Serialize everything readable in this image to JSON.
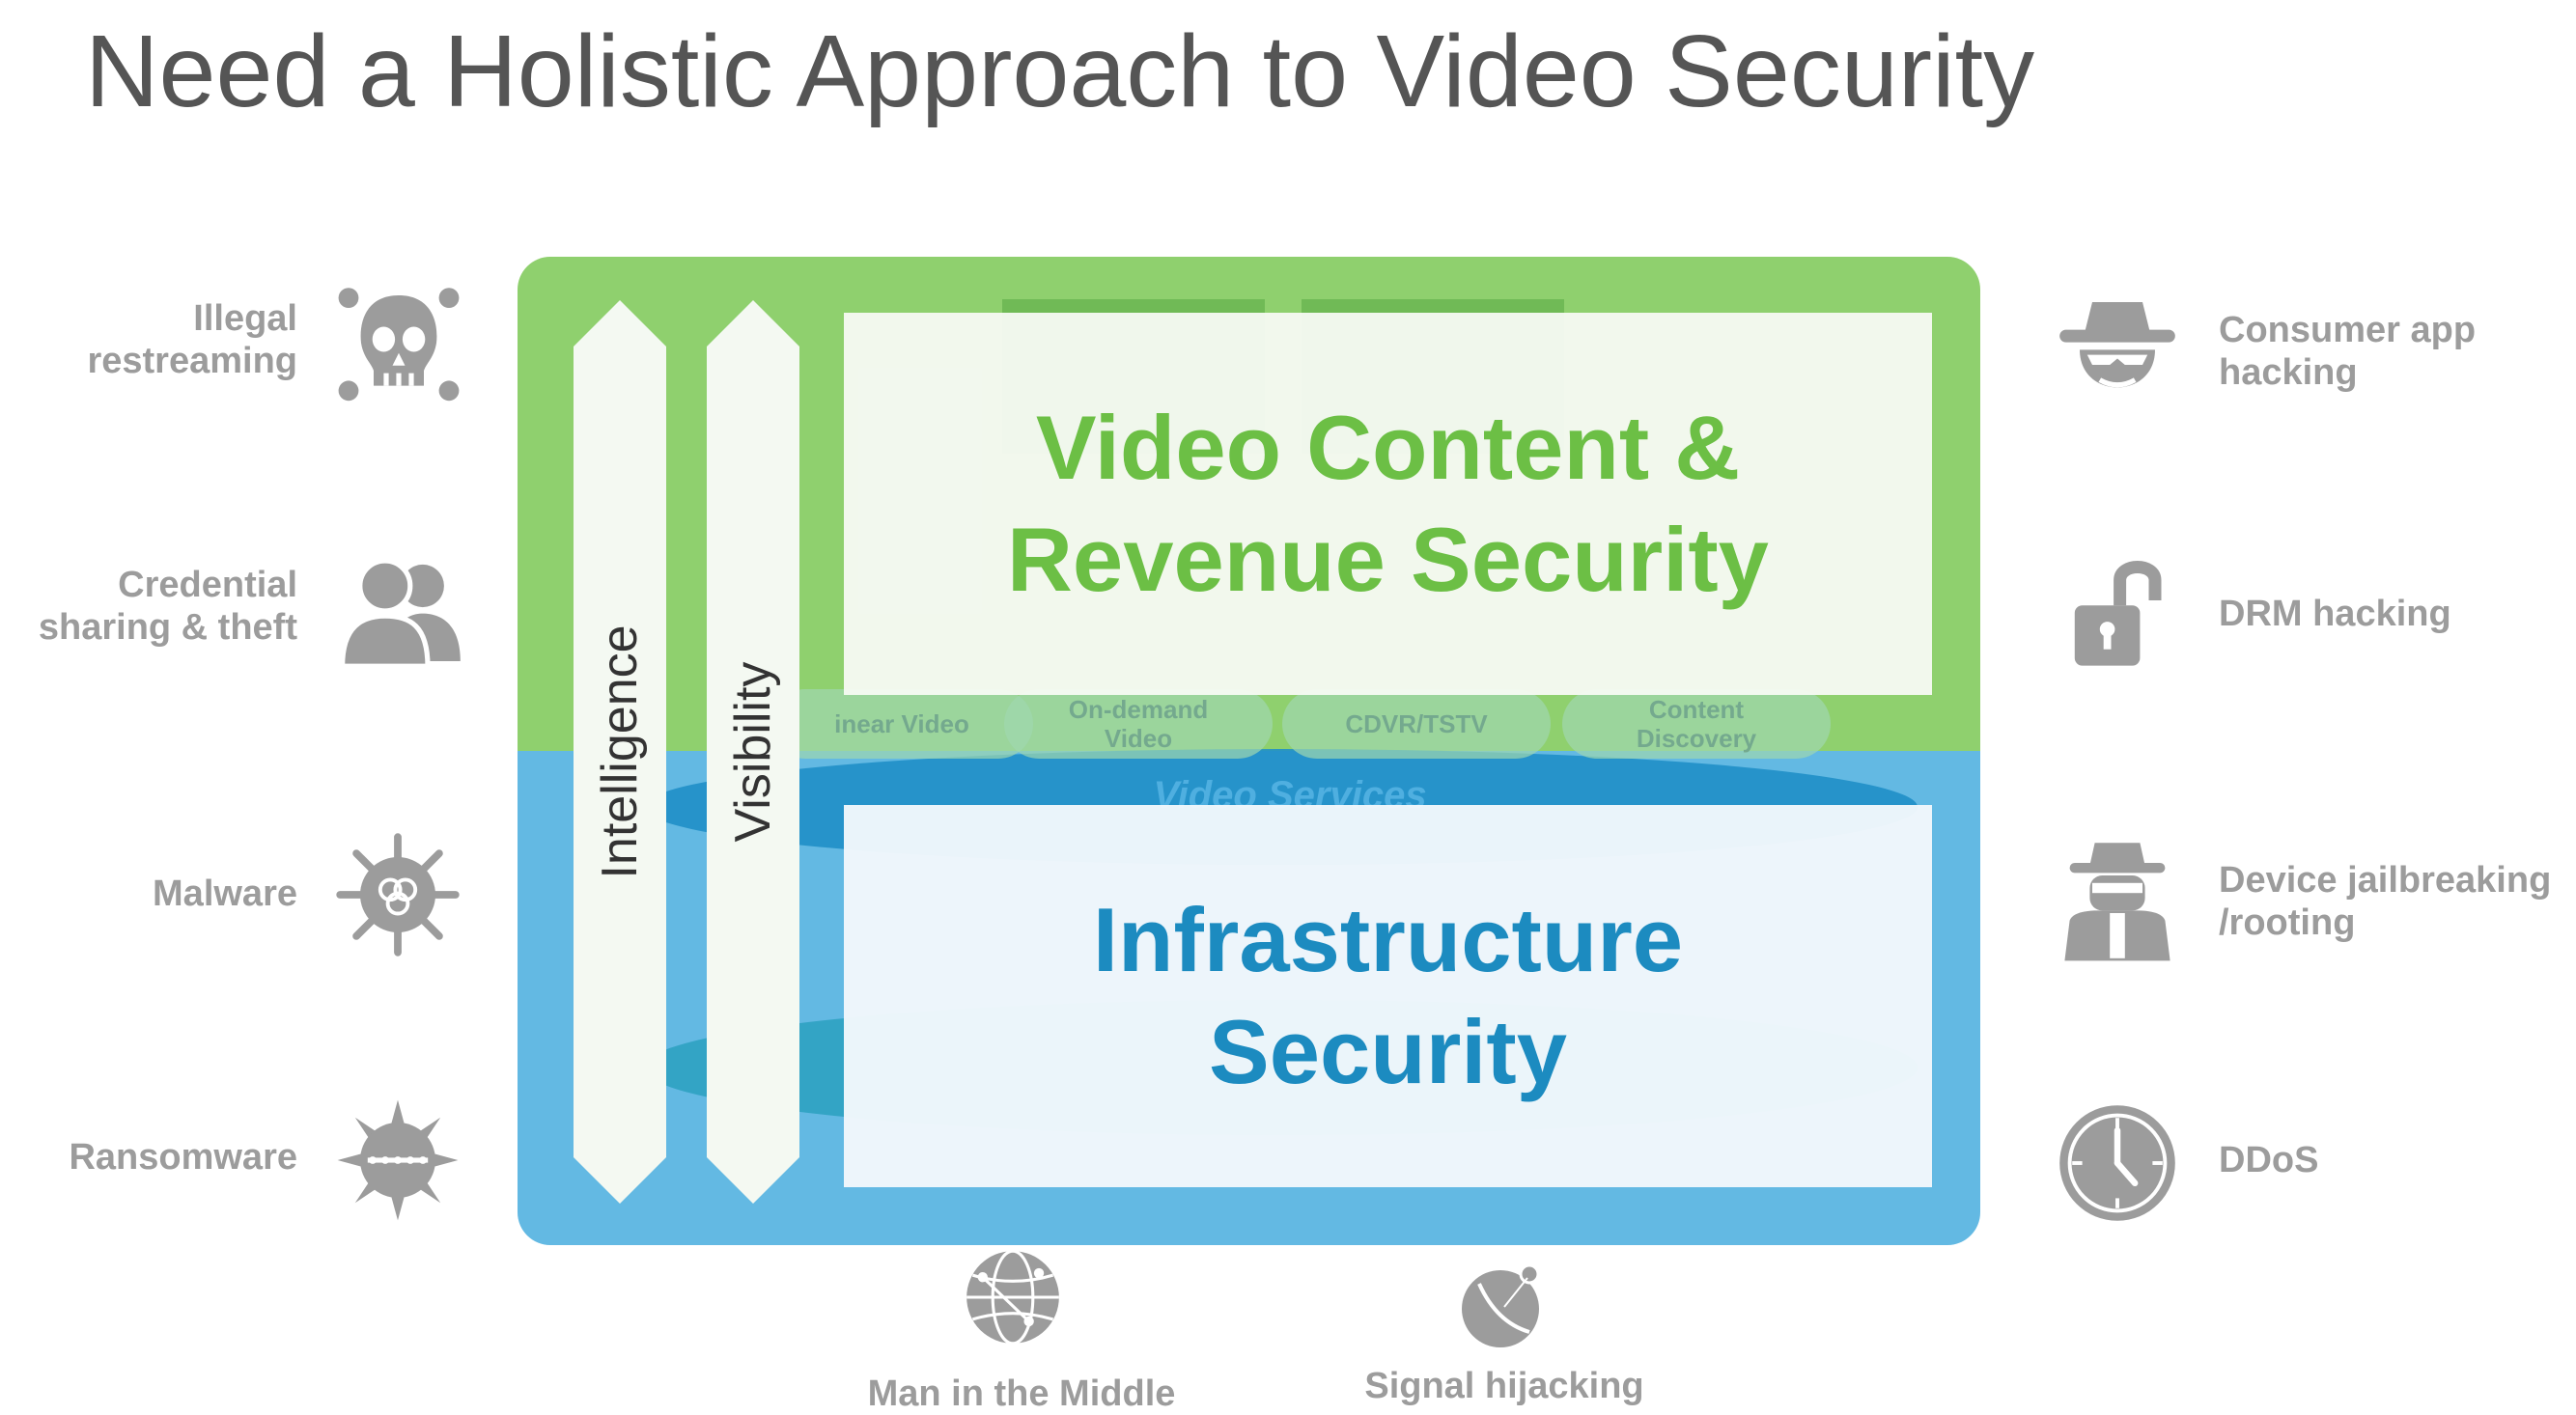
{
  "slide": {
    "title": "Need a Holistic Approach to Video Security"
  },
  "colors": {
    "green": "#8fd06e",
    "blue": "#63b9e3",
    "green_text": "#6cbf45",
    "blue_text": "#1c8bc0",
    "threat_gray": "#9c9c9c"
  },
  "threats_left": [
    {
      "label": "Illegal\nrestreaming",
      "icon": "skull-crossbones-icon"
    },
    {
      "label": "Credential\nsharing & theft",
      "icon": "users-icon"
    },
    {
      "label": "Malware",
      "icon": "virus-icon"
    },
    {
      "label": "Ransomware",
      "icon": "spiked-ball-icon"
    }
  ],
  "threats_right": [
    {
      "label": "Consumer app\nhacking",
      "icon": "spy-hat-icon"
    },
    {
      "label": "DRM hacking",
      "icon": "unlocked-padlock-icon"
    },
    {
      "label": "Device jailbreaking\n/rooting",
      "icon": "hacker-icon"
    },
    {
      "label": "DDoS",
      "icon": "clock-icon"
    }
  ],
  "threats_bottom": [
    {
      "label": "Man in the Middle",
      "icon": "globe-icon"
    },
    {
      "label": "Signal hijacking",
      "icon": "satellite-dish-icon"
    }
  ],
  "panel": {
    "arrows": [
      "Intelligence",
      "Visibility"
    ],
    "top_box": "Video Content &\nRevenue Security",
    "bottom_box": "Infrastructure\nSecurity",
    "services": [
      "inear Video",
      "On-demand\nVideo",
      "CDVR/TSTV",
      "Content\nDiscovery"
    ],
    "services_band": "Video Services"
  }
}
